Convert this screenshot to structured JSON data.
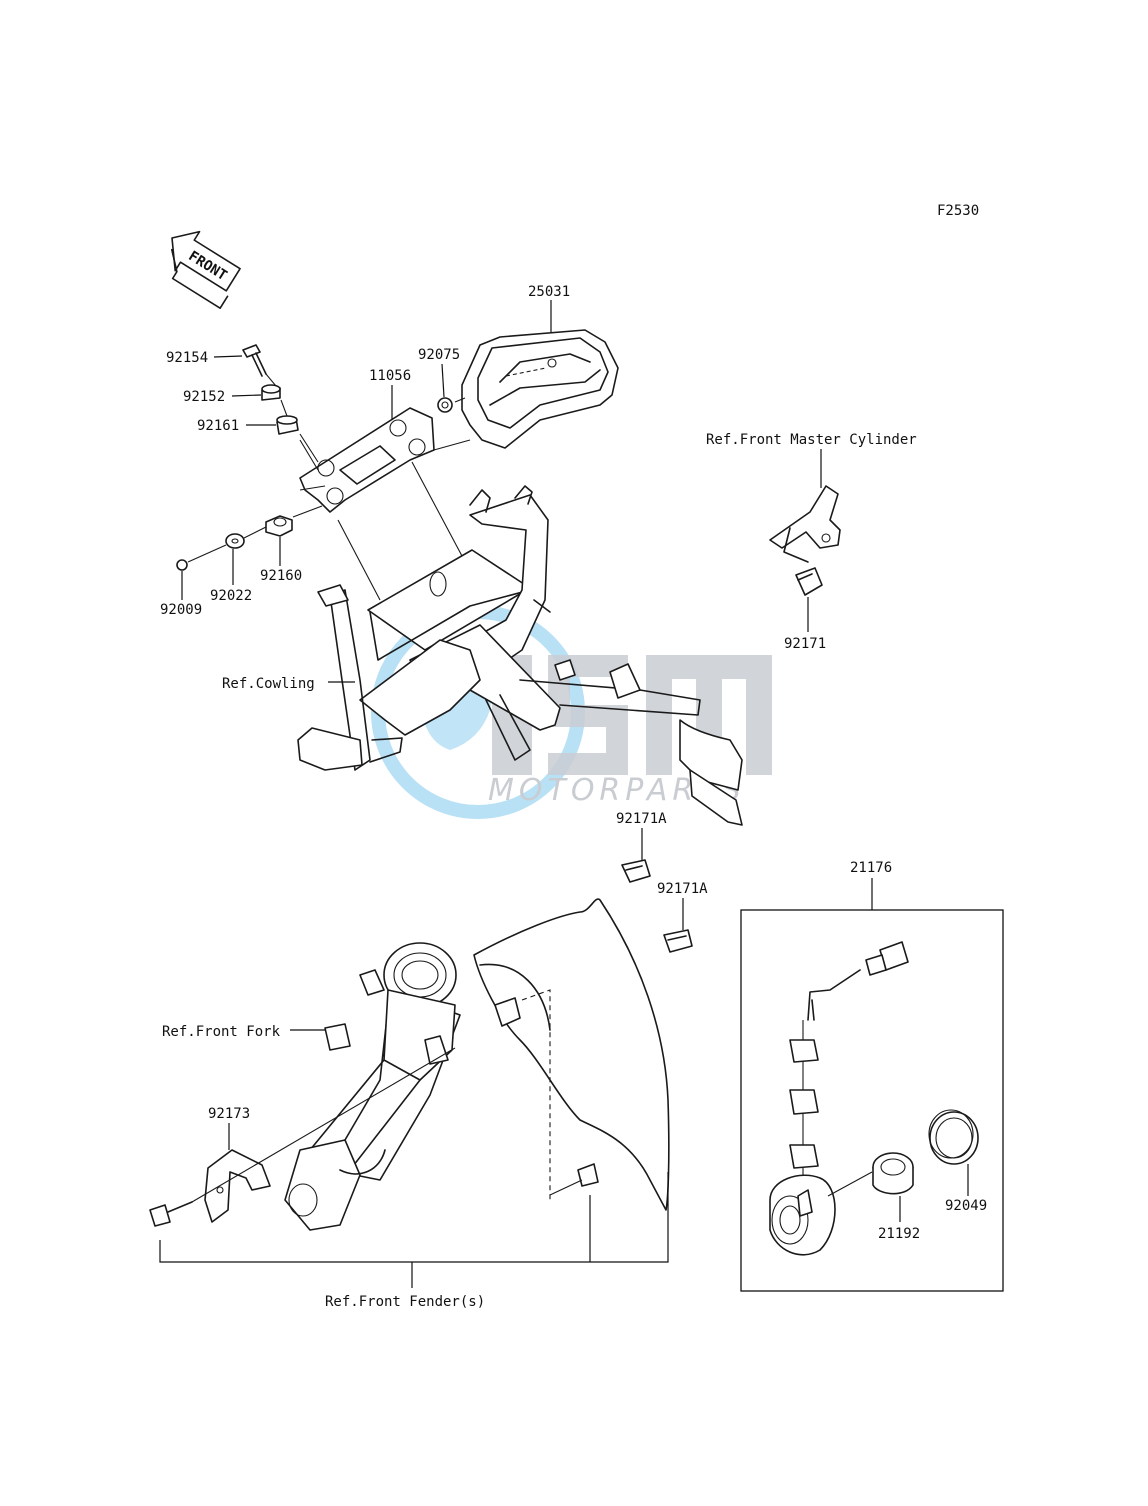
{
  "figure_code": "F2530",
  "direction_label": "FRONT",
  "watermark": {
    "brand": "MSM",
    "sub": "MOTORPARTS",
    "colors": {
      "blue": "#9fd6f0",
      "grey": "#c9cdd2"
    }
  },
  "parts": {
    "p25031": "25031",
    "p92154": "92154",
    "p92152": "92152",
    "p92161": "92161",
    "p11056": "11056",
    "p92075": "92075",
    "p92160": "92160",
    "p92022": "92022",
    "p92009": "92009",
    "p92171": "92171",
    "p92171a_1": "92171A",
    "p92171a_2": "92171A",
    "p21176": "21176",
    "p21192": "21192",
    "p92049": "92049",
    "p92173": "92173"
  },
  "refs": {
    "front_master_cylinder": "Ref.Front Master Cylinder",
    "cowling": "Ref.Cowling",
    "front_fork": "Ref.Front Fork",
    "front_fenders": "Ref.Front Fender(s)"
  }
}
